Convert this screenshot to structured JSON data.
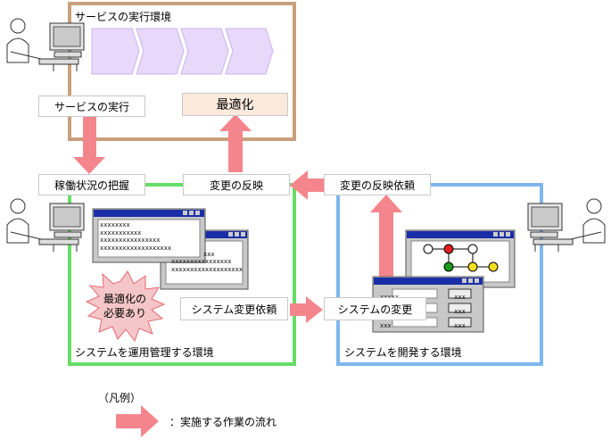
{
  "environments": {
    "service": {
      "title": "サービスの実行環境",
      "color": "#c9a07c"
    },
    "operations": {
      "title": "システムを運用管理する環境",
      "color": "#66dd66"
    },
    "development": {
      "title": "システムを開発する環境",
      "color": "#7fb6ee"
    }
  },
  "labels": {
    "service_execution": "サービスの実行",
    "optimization": "最適化",
    "status_grasp": "稼働状況の把握",
    "change_reflection": "変更の反映",
    "change_reflection_request": "変更の反映依頼",
    "system_change_request": "システム変更依頼",
    "system_change": "システムの変更"
  },
  "starburst": {
    "line1": "最適化の",
    "line2": "必要あり"
  },
  "legend": {
    "title": "（凡例）",
    "description": "：実施する作業の流れ"
  },
  "colors": {
    "flow_arrow": "#f5858c",
    "accent_fill": "#fbe9dc",
    "process_fill": "#e8d9fb",
    "process_stroke": "#c9b2f0",
    "window_titlebar": "#1a2ea8"
  },
  "icons": [
    "user-at-terminal-icon",
    "user-at-terminal-icon",
    "user-at-terminal-icon",
    "window-icon",
    "network-diagram-icon"
  ],
  "window_text": {
    "ops_win1": [
      "xxxxxxxx",
      "xxxxxxxxxxx",
      "xxxxxxxxxxxxxxxx",
      "xxxxxxxxxxxxxxxxxxx"
    ],
    "ops_win2": [
      "xxx",
      "xxx",
      "xxxxxxxxxxxxxxxx",
      "xxxxxxxxxxxxxxxxxxx"
    ],
    "dev_form": [
      "xxxxx",
      "xxx",
      "xxx"
    ],
    "dev_buttons": [
      "xxx",
      "xxx",
      "xxx"
    ]
  }
}
